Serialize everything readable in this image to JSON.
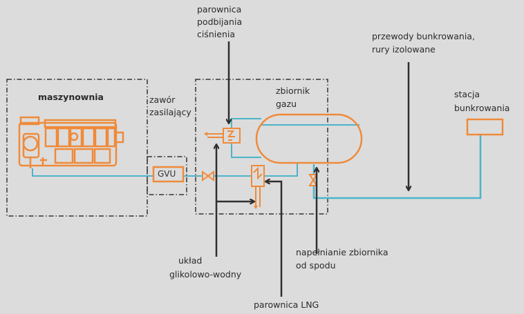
{
  "labels": {
    "engine_room": "maszynownia",
    "supply_valve_1": "zawór",
    "supply_valve_2": "zasilający",
    "gvu": "GVU",
    "boost_vaporizer_1": "parownica",
    "boost_vaporizer_2": "podbijania",
    "boost_vaporizer_3": "ciśnienia",
    "tank_1": "zbiornik",
    "tank_2": "gazu",
    "bunker_pipes_1": "przewody bunkrowania,",
    "bunker_pipes_2": "rury izolowane",
    "bunker_station_1": "stacja",
    "bunker_station_2": "bunkrowania",
    "glycol_1": "układ",
    "glycol_2": "glikolowo-wodny",
    "bottom_fill_1": "napełnianie zbiornika",
    "bottom_fill_2": "od spodu",
    "lng_vaporizer": "parownica LNG"
  },
  "colors": {
    "background": "#dcdcdc",
    "equipment": "#ef8a3a",
    "pipe": "#4cb3c9",
    "arrow": "#2f2f2f",
    "boundary": "#333333"
  }
}
